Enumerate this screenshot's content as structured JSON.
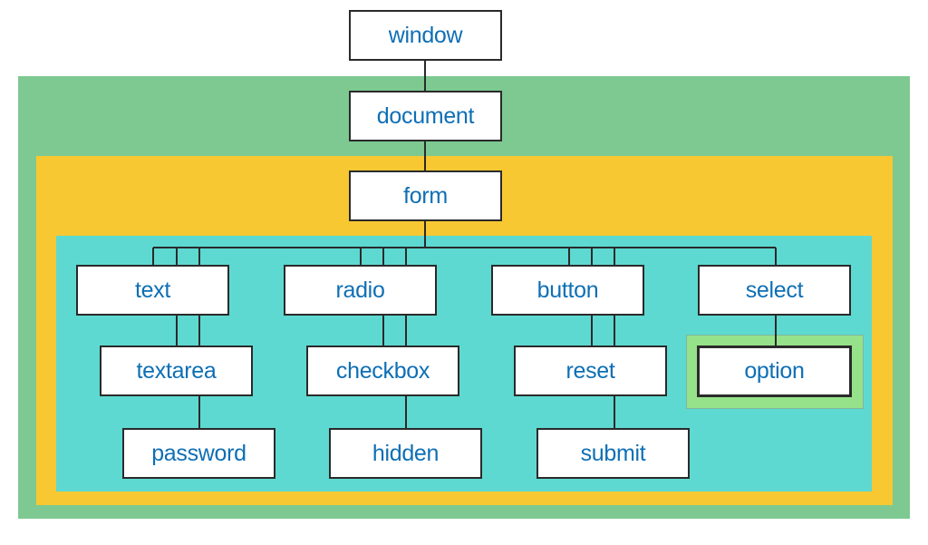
{
  "colors": {
    "document_region": "#7dc991",
    "form_region": "#f7c832",
    "elements_region": "#5dd9d1",
    "option_region": "#96e28a",
    "node_text": "#0e6fb5",
    "node_border": "#2a2a2a",
    "node_fill": "#ffffff"
  },
  "tree": {
    "window": "window",
    "document": "document",
    "form": "form",
    "elements": {
      "text": "text",
      "textarea": "textarea",
      "password": "password",
      "radio": "radio",
      "checkbox": "checkbox",
      "hidden": "hidden",
      "button": "button",
      "reset": "reset",
      "submit": "submit",
      "select": "select",
      "option": "option"
    }
  }
}
